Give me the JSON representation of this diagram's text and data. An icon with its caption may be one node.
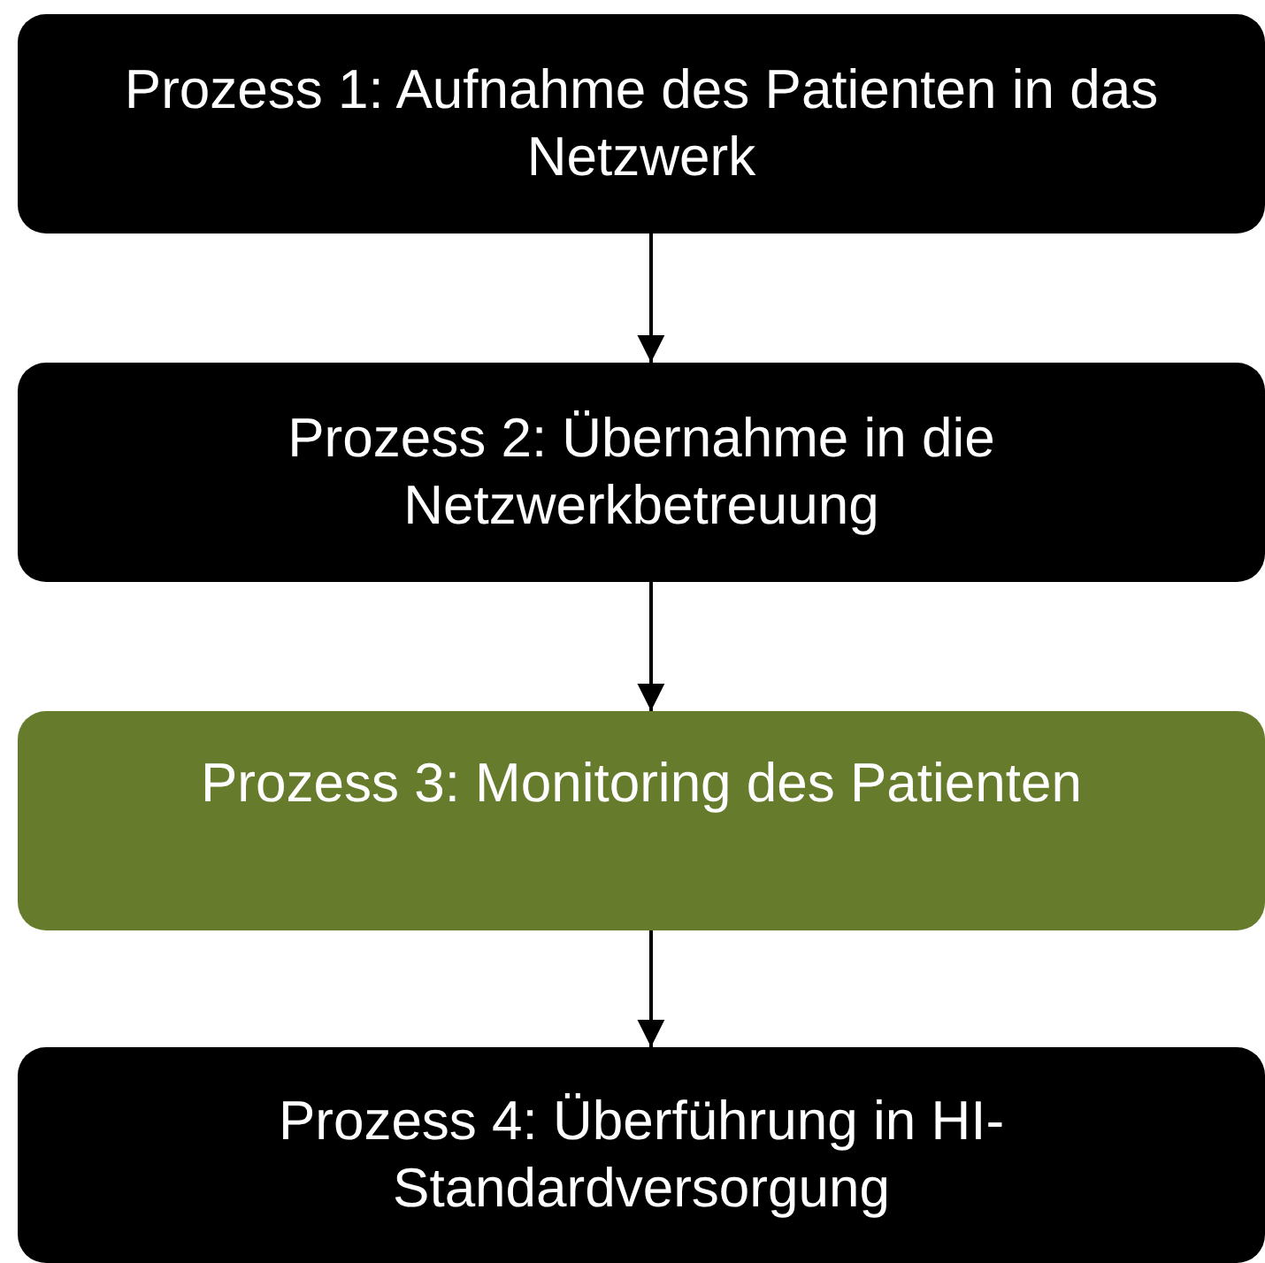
{
  "diagram": {
    "nodes": [
      {
        "text": [
          "Prozess 1: Aufnahme des Patienten in das Netzwerk"
        ]
      },
      {
        "text": [
          "Prozess 2: Übernahme in die Netzwerkbetreuung"
        ]
      },
      {
        "text": [
          "Prozess 3: Monitoring des Patienten"
        ]
      },
      {
        "text": [
          "Prozess 4: Überführung in HI-Standardversorgung"
        ]
      }
    ],
    "edges": [
      {
        "from": 0,
        "to": 1,
        "arrow": "to"
      },
      {
        "from": 1,
        "to": 2,
        "arrow": "to"
      },
      {
        "from": 2,
        "to": 3,
        "arrow": "to"
      }
    ]
  }
}
